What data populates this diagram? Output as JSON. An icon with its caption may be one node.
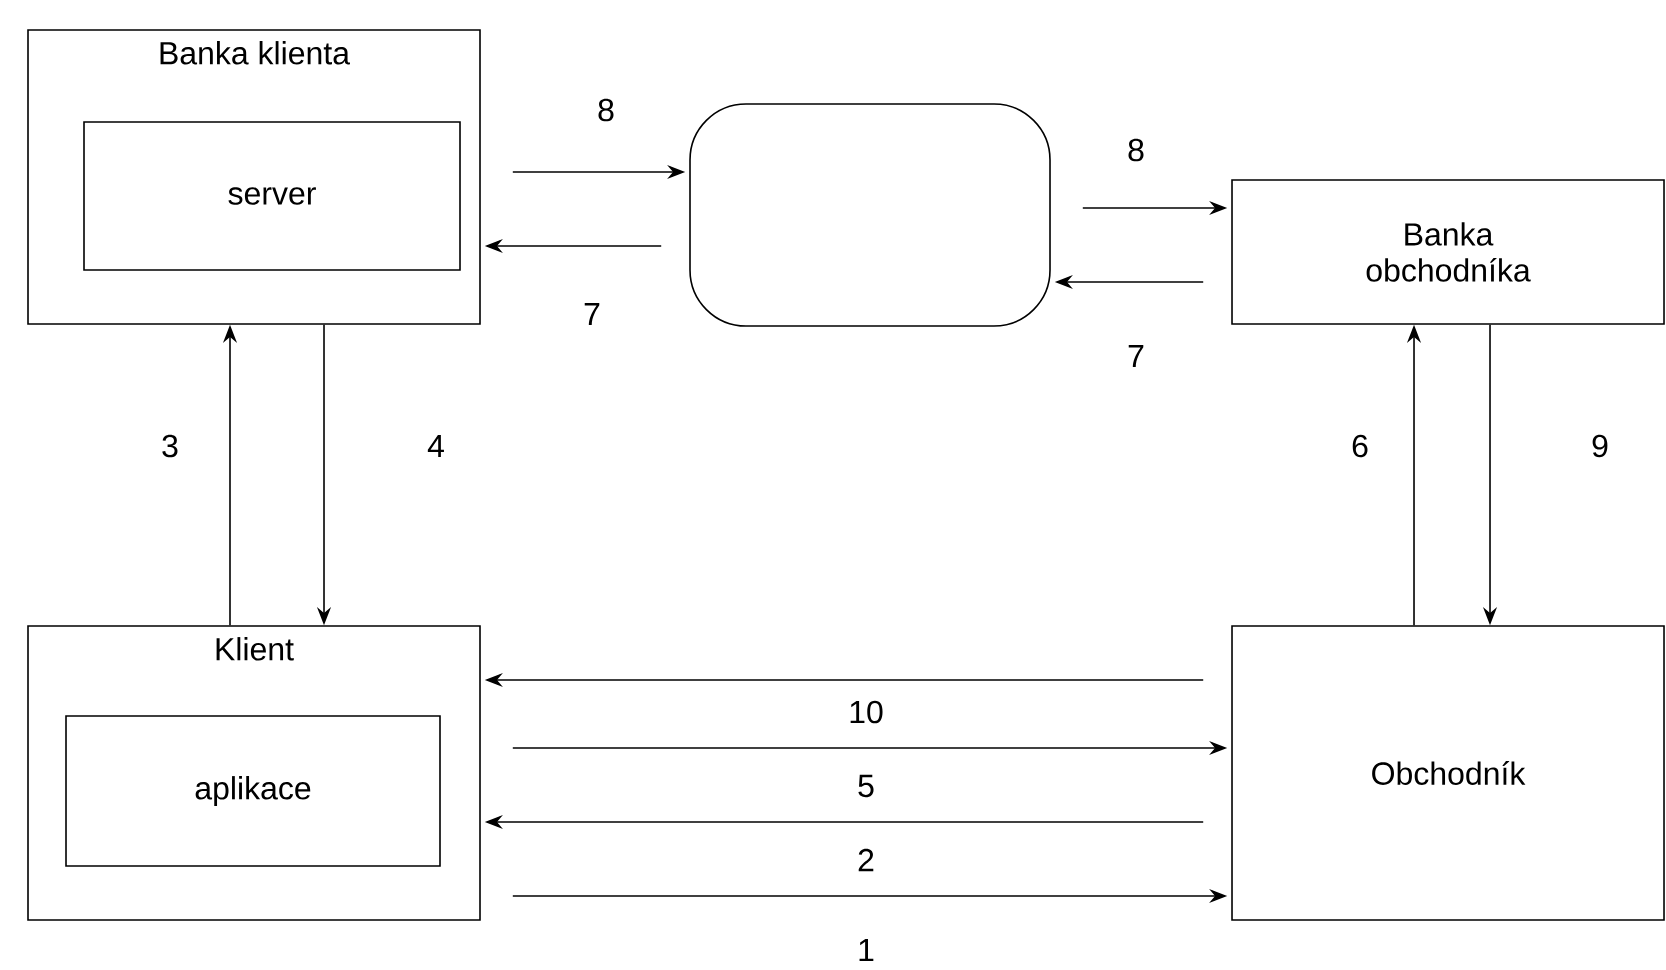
{
  "diagram": {
    "nodes": [
      {
        "text": [
          "Banka klienta"
        ]
      },
      {
        "text": [
          "server"
        ],
        "in": 0
      },
      {
        "text": [],
        "shape": "box"
      },
      {
        "text": [
          "Banka obchodníka"
        ]
      },
      {
        "text": [
          "Klient"
        ]
      },
      {
        "text": [
          "aplikace"
        ],
        "in": 4
      },
      {
        "text": [
          "Obchodník"
        ]
      }
    ],
    "edges": [
      {
        "from": 0,
        "to": 2,
        "arrow": "to",
        "label": "8"
      },
      {
        "from": 2,
        "to": 0,
        "arrow": "to",
        "label": "7"
      },
      {
        "from": 2,
        "to": 3,
        "arrow": "to",
        "label": "8"
      },
      {
        "from": 3,
        "to": 2,
        "arrow": "to",
        "label": "7"
      },
      {
        "from": 4,
        "to": 0,
        "arrow": "to",
        "label": "3"
      },
      {
        "from": 0,
        "to": 4,
        "arrow": "to",
        "label": "4"
      },
      {
        "from": 6,
        "to": 3,
        "arrow": "to",
        "label": "6"
      },
      {
        "from": 3,
        "to": 6,
        "arrow": "to",
        "label": "9"
      },
      {
        "from": 6,
        "to": 4,
        "arrow": "to",
        "label": "10"
      },
      {
        "from": 4,
        "to": 6,
        "arrow": "to",
        "label": "5"
      },
      {
        "from": 6,
        "to": 4,
        "arrow": "to",
        "label": "2"
      },
      {
        "from": 4,
        "to": 6,
        "arrow": "to",
        "label": "1"
      }
    ]
  }
}
